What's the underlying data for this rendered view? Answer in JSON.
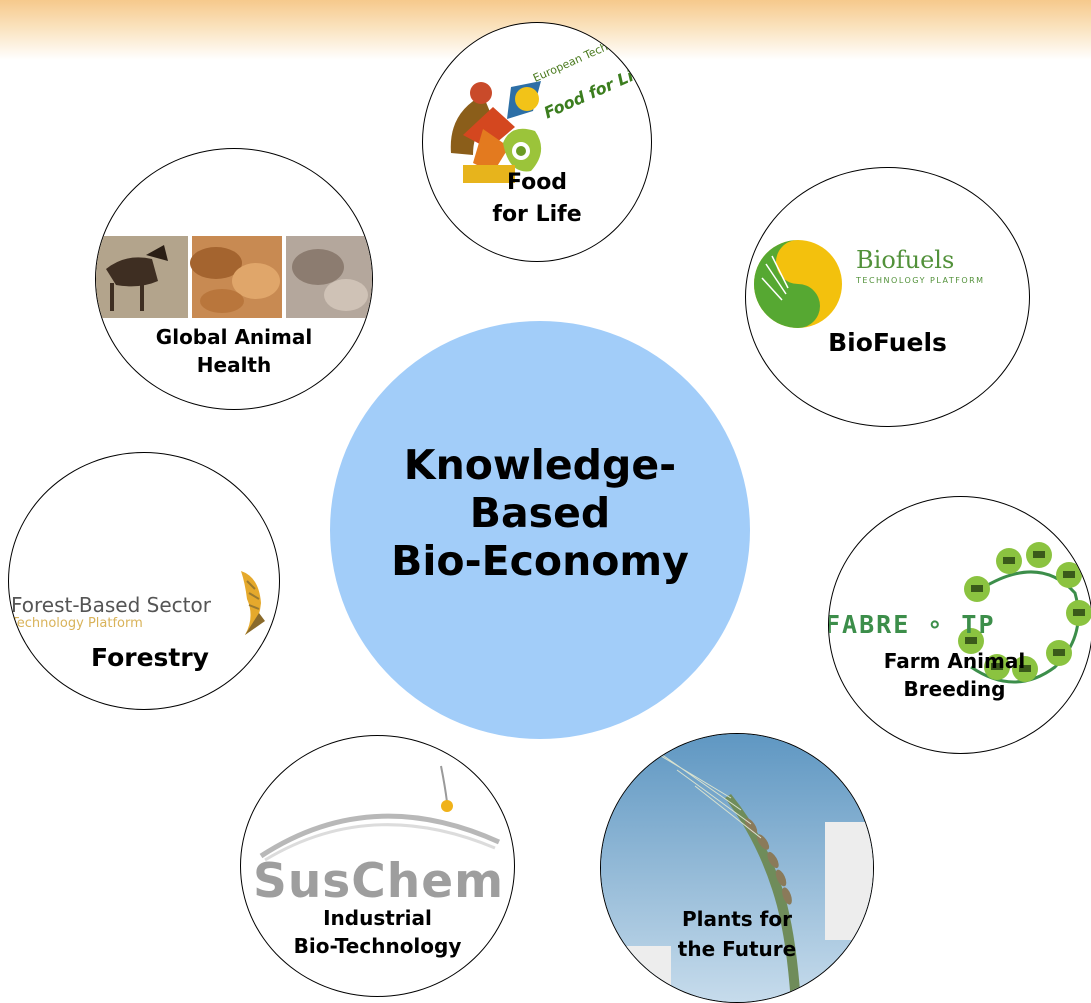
{
  "hub": {
    "lines": [
      "Knowledge-",
      "Based",
      "Bio-Economy"
    ]
  },
  "nodes": {
    "food": {
      "label": "Food\nfor Life",
      "logo_line1": "European Technology Platform",
      "logo_line2": "Food for Life"
    },
    "biofuels": {
      "label": "BioFuels",
      "logo_name": "Biofuels",
      "logo_sub": "TECHNOLOGY PLATFORM"
    },
    "animal_health": {
      "label": "Global Animal\nHealth"
    },
    "forestry": {
      "label": "Forestry",
      "logo_name": "Forest-Based Sector",
      "logo_sub": "Technology Platform"
    },
    "farm_animal": {
      "label": "Farm Animal\nBreeding",
      "logo_name": "FABRE ∘ TP"
    },
    "industrial": {
      "label": "Industrial\nBio-Technology",
      "logo_name": "SusChem"
    },
    "plants": {
      "label": "Plants for\nthe Future"
    }
  },
  "colors": {
    "hub": "#a2cdf9",
    "header_band": "#f6c98c",
    "outline": "#000000"
  }
}
